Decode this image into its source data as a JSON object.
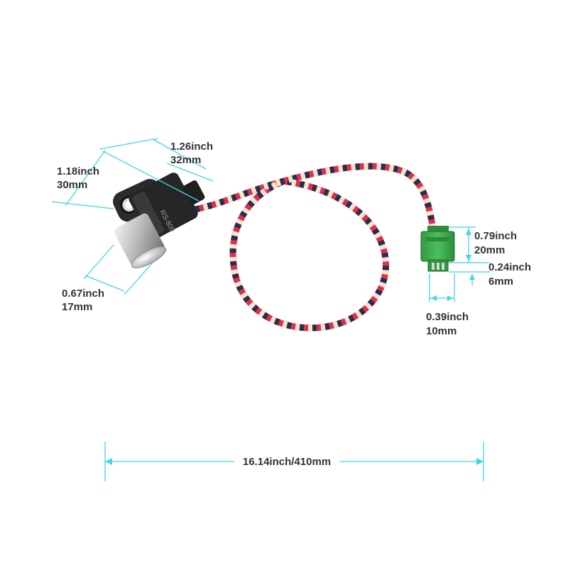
{
  "colors": {
    "dimension_line": "#3fd6e8",
    "wire_red": "#d8334f",
    "wire_navy": "#2c2c4c",
    "wire_cream": "#f3e6cf",
    "connector_green": "#3aa84a",
    "sensor_body": "#2b2b2b"
  },
  "sensor": {
    "part_marking": "RS-809",
    "width": {
      "inch": "1.26inch",
      "mm": "32mm"
    },
    "height": {
      "inch": "1.18inch",
      "mm": "30mm"
    },
    "diameter": {
      "inch": "0.67inch",
      "mm": "17mm"
    }
  },
  "connector": {
    "height": {
      "inch": "0.79inch",
      "mm": "20mm"
    },
    "pin_area": {
      "inch": "0.24inch",
      "mm": "6mm"
    },
    "width": {
      "inch": "0.39inch",
      "mm": "10mm"
    }
  },
  "cable": {
    "total_length": "16.14inch/410mm"
  }
}
